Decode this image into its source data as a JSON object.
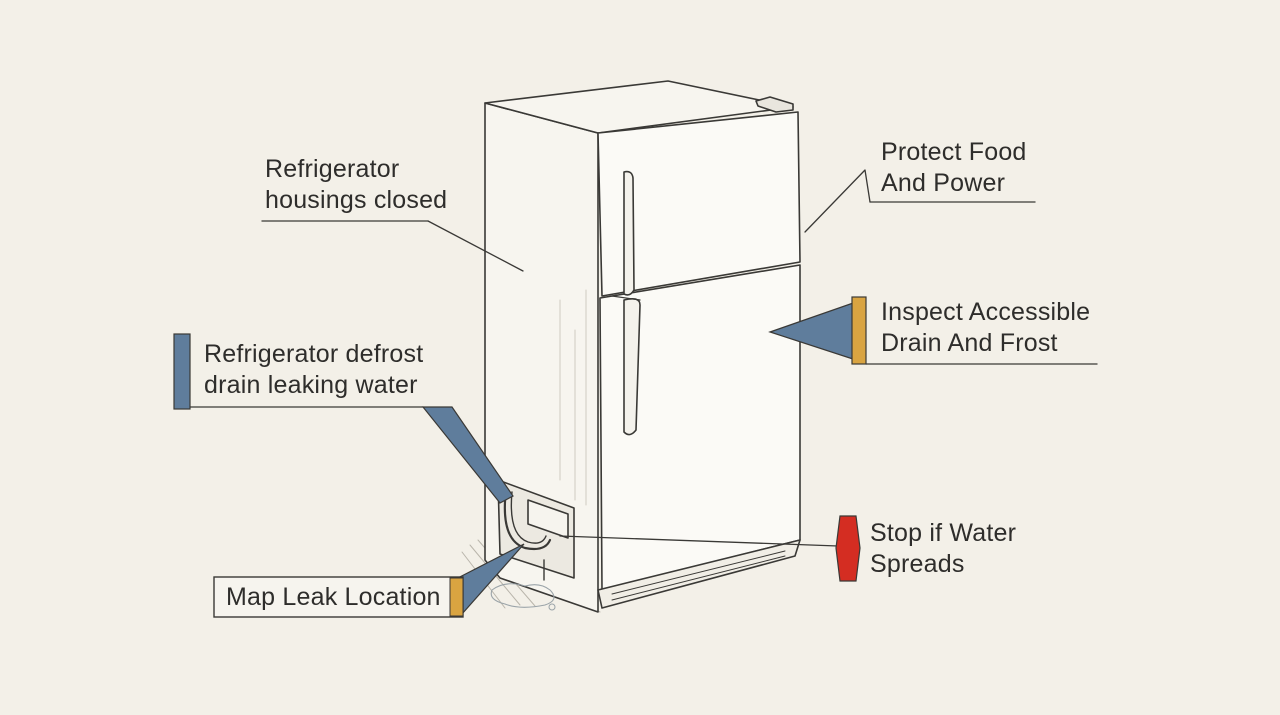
{
  "labels": {
    "housings": {
      "line1": "Refrigerator",
      "line2": "housings closed"
    },
    "protect": {
      "line1": "Protect Food",
      "line2": "And Power"
    },
    "defrost": {
      "line1": "Refrigerator defrost",
      "line2": "drain leaking water"
    },
    "inspect": {
      "line1": "Inspect Accessible",
      "line2": "Drain And Frost"
    },
    "stop": {
      "line1": "Stop if Water",
      "line2": "Spreads"
    },
    "map": {
      "text": "Map Leak Location"
    }
  },
  "colors": {
    "background": "#f3f0e8",
    "ink": "#3a3936",
    "steel_blue": "#5f7d9c",
    "amber": "#d9a441",
    "red": "#d42d22"
  }
}
